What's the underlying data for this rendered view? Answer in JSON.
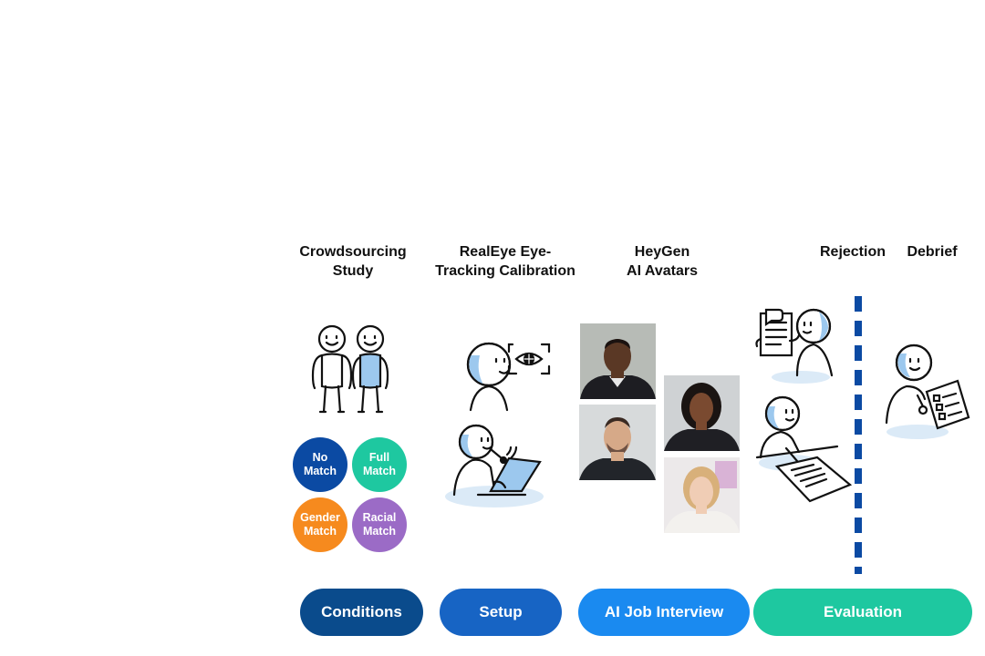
{
  "titles": {
    "crowdsourcing": [
      "Crowdsourcing",
      "Study"
    ],
    "realeye": [
      "RealEye Eye-",
      "Tracking Calibration"
    ],
    "heygen": [
      "HeyGen",
      "AI Avatars"
    ],
    "rejection": "Rejection",
    "debrief": "Debrief"
  },
  "conditions": [
    {
      "line1": "No",
      "line2": "Match",
      "color": "#0b4aa3"
    },
    {
      "line1": "Full",
      "line2": "Match",
      "color": "#1ec8a0"
    },
    {
      "line1": "Gender",
      "line2": "Match",
      "color": "#f68a1e"
    },
    {
      "line1": "Racial",
      "line2": "Match",
      "color": "#9b6bc6"
    }
  ],
  "phases": [
    {
      "label": "Conditions",
      "color": "#0a4b8c"
    },
    {
      "label": "Setup",
      "color": "#1764c4"
    },
    {
      "label": "AI Job Interview",
      "color": "#1a8af0"
    },
    {
      "label": "Evaluation",
      "color": "#1ec8a0"
    }
  ],
  "icons": [
    "two-people-icon",
    "eye-tracking-person-icon",
    "laptop-person-icon",
    "avatar-photo",
    "rejection-letter-person-icon",
    "writing-person-icon",
    "debrief-person-icon"
  ],
  "colors": {
    "accent_blue": "#9cc8ee",
    "divider": "#0b4aa3"
  }
}
